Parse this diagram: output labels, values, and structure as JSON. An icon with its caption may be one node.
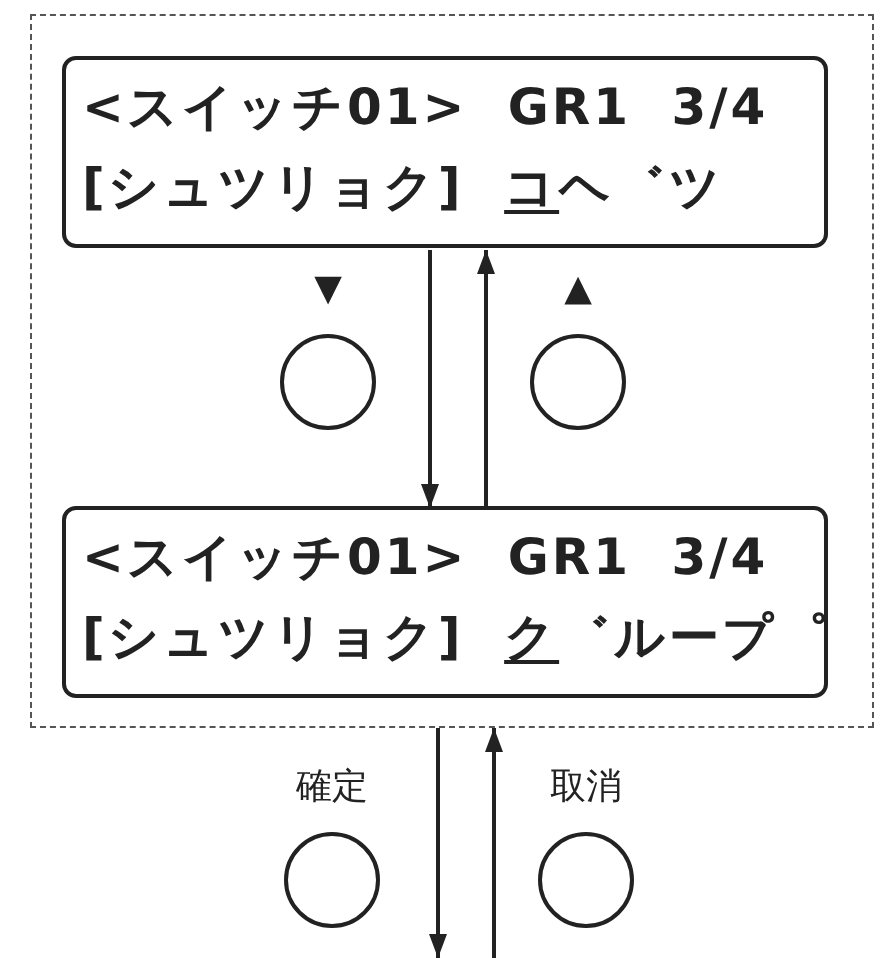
{
  "diagram": {
    "nodes": [
      {
        "text": [],
        "shape": "box"
      },
      {
        "text": [
          "<スイッチ01> GR1 3/4",
          "[シュツリョク] コヘ゛ツ"
        ],
        "in": 0
      },
      {
        "text": [],
        "shape": "circle",
        "beside": [
          "▼"
        ],
        "in": 0
      },
      {
        "text": [],
        "shape": "circle",
        "beside": [
          "▲"
        ],
        "in": 0
      },
      {
        "text": [
          "<スイッチ01> GR1 3/4",
          "[シュツリョク] ク゛ループ゜"
        ],
        "in": 0
      },
      {
        "text": [],
        "shape": "circle",
        "beside": [
          "確定"
        ]
      },
      {
        "text": [],
        "shape": "circle",
        "beside": [
          "取消"
        ]
      }
    ],
    "edges": [
      {
        "from": 1,
        "to": 4,
        "arrow": "to"
      },
      {
        "from": 4,
        "to": 1,
        "arrow": "to"
      },
      {
        "from": 0,
        "to": null,
        "arrow": "to"
      },
      {
        "from": null,
        "to": 0,
        "arrow": "to"
      }
    ]
  }
}
